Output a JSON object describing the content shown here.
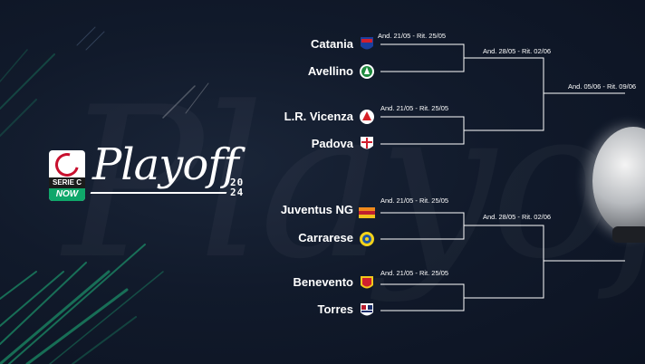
{
  "branding": {
    "logo_top": "SERIE C",
    "logo_bottom": "NOW",
    "title": "Playoff",
    "year_top": "20",
    "year_bottom": "24",
    "watermark": "Playoff"
  },
  "bracket": {
    "round1": [
      {
        "home": "Catania",
        "away": "Avellino",
        "dates": "And. 21/05 - Rit. 25/05"
      },
      {
        "home": "L.R. Vicenza",
        "away": "Padova",
        "dates": "And. 21/05 - Rit. 25/05"
      },
      {
        "home": "Juventus NG",
        "away": "Carrarese",
        "dates": "And. 21/05 - Rit. 25/05"
      },
      {
        "home": "Benevento",
        "away": "Torres",
        "dates": "And. 21/05 - Rit. 25/05"
      }
    ],
    "semis": [
      {
        "dates": "And. 28/05 - Rit. 02/06"
      },
      {
        "dates": "And. 28/05 - Rit. 02/06"
      }
    ],
    "final": {
      "dates": "And. 05/06 - Rit. 09/06"
    }
  },
  "colors": {
    "background": "#111a2b",
    "accent_green": "#1fb57c",
    "line": "#ffffff",
    "serie_c_red": "#c8102e"
  }
}
